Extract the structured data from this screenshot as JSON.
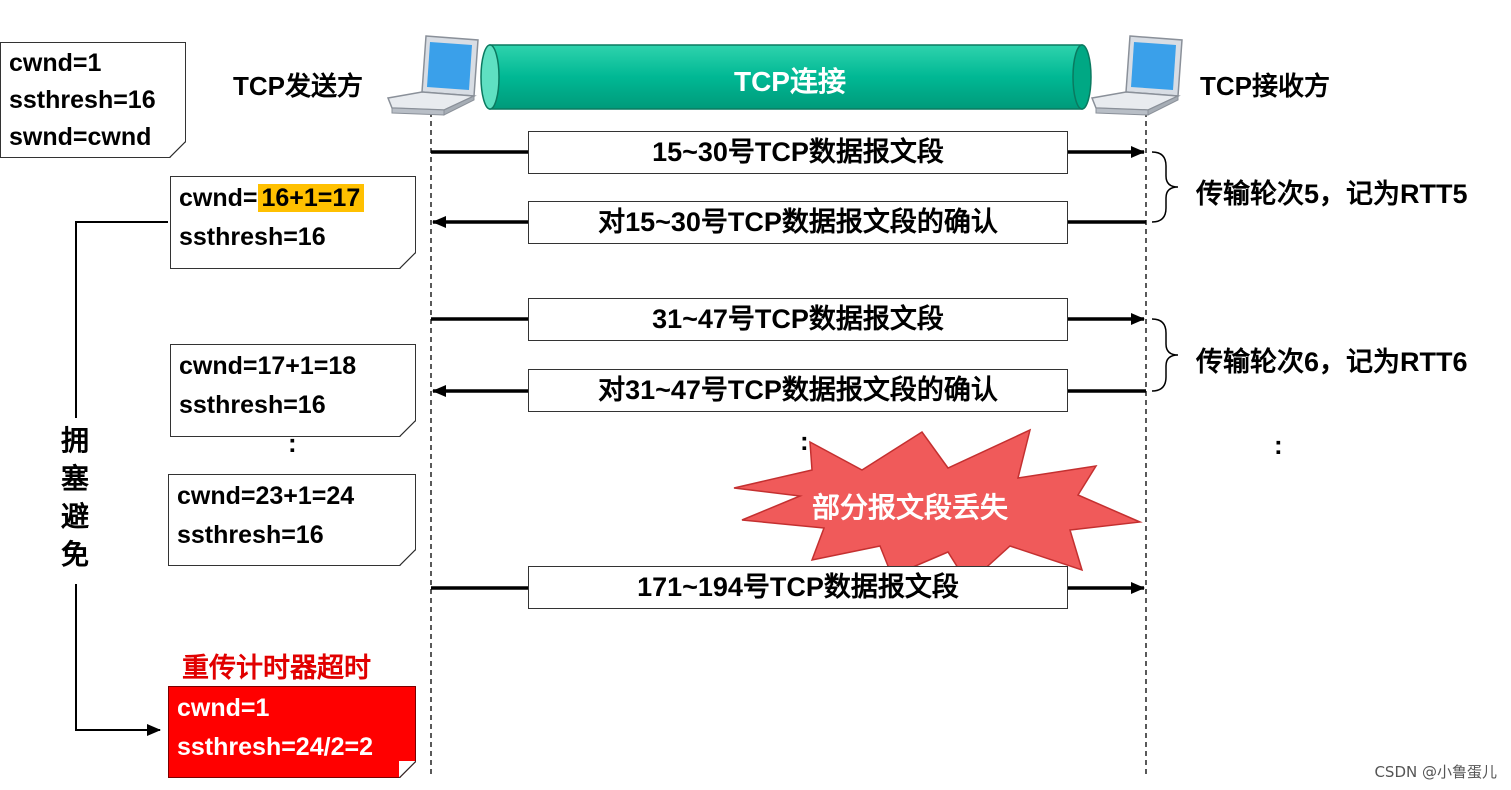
{
  "top_note": {
    "lines": [
      "cwnd=1",
      "ssthresh=16",
      "swnd=cwnd"
    ]
  },
  "sender_label": "TCP发送方",
  "receiver_label": "TCP接收方",
  "connection_label": "TCP连接",
  "messages": [
    "15~30号TCP数据报文段",
    "对15~30号TCP数据报文段的确认",
    "31~47号TCP数据报文段",
    "对31~47号TCP数据报文段的确认",
    "171~194号TCP数据报文段"
  ],
  "rtt_labels": [
    "传输轮次5，记为RTT5",
    "传输轮次6，记为RTT6"
  ],
  "notes": [
    {
      "line1_prefix": "cwnd=",
      "line1_highlight": "16+1=17",
      "line2": "ssthresh=16"
    },
    {
      "line1": "cwnd=17+1=18",
      "line2": "ssthresh=16"
    },
    {
      "line1": "cwnd=23+1=24",
      "line2": "ssthresh=16"
    }
  ],
  "dots": ":",
  "loss_label": "部分报文段丢失",
  "phase_label": [
    "拥",
    "塞",
    "避",
    "免"
  ],
  "timeout_label": "重传计时器超时",
  "final_note": {
    "line1": "cwnd=1",
    "line2": "ssthresh=24/2=2"
  },
  "watermark": "CSDN @小鲁蛋儿",
  "colors": {
    "tube": "#00b894",
    "highlight": "#ffc000",
    "alert": "#ff0000",
    "burst": "#f05a5a"
  }
}
